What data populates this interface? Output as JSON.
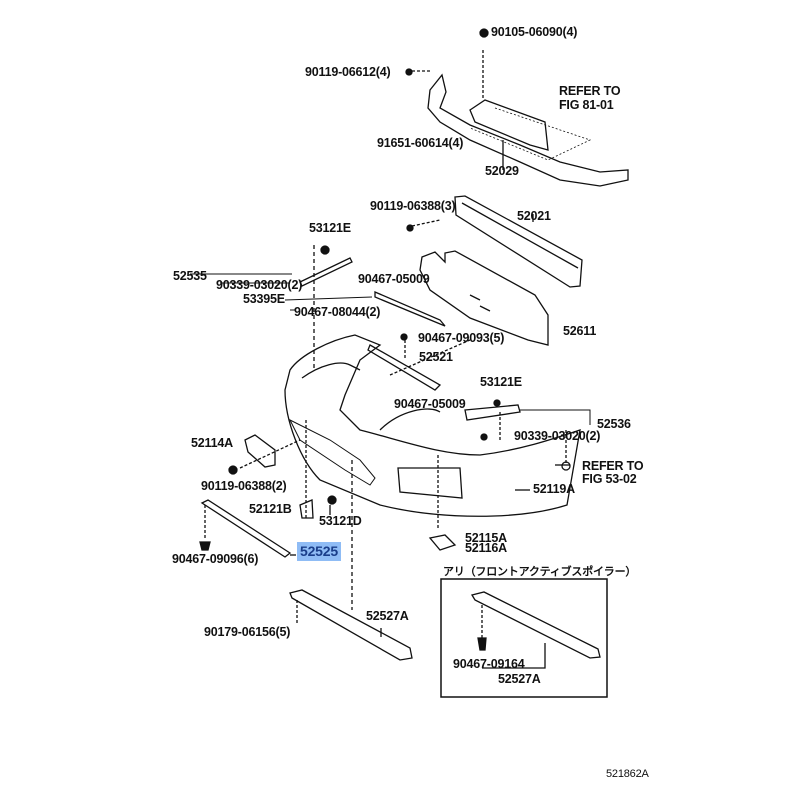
{
  "diagram": {
    "labels": {
      "p90105_06090": "90105-06090(4)",
      "p90119_06612": "90119-06612(4)",
      "refer_81_1": "REFER TO",
      "refer_81_2": "FIG 81-01",
      "p91651_60614": "91651-60614(4)",
      "p52029": "52029",
      "p90119_06388_3": "90119-06388(3)",
      "p52021": "52021",
      "p53121E_a": "53121E",
      "p52535": "52535",
      "p90339_03020_a": "90339-03020(2)",
      "p90467_05009_a": "90467-05009",
      "p53395E": "53395E",
      "p90467_08044": "90467-08044(2)",
      "p90467_09093": "90467-09093(5)",
      "p52611": "52611",
      "p52521": "52521",
      "p53121E_b": "53121E",
      "p90467_05009_b": "90467-05009",
      "p52536": "52536",
      "p90339_03020_b": "90339-03020(2)",
      "p52114A": "52114A",
      "refer_53_1": "REFER TO",
      "refer_53_2": "FIG 53-02",
      "p90119_06388_2": "90119-06388(2)",
      "p52119A": "52119A",
      "p52121B": "52121B",
      "p53121D": "53121D",
      "p52115A": "52115A",
      "p52116A": "52116A",
      "p90467_09096": "90467-09096(6)",
      "p52525": "52525",
      "option_title": "アリ（フロントアクティブスポイラー）",
      "p52527A_a": "52527A",
      "p90179_06156": "90179-06156(5)",
      "p90467_09164": "90467-09164",
      "p52527A_b": "52527A",
      "figure_id": "521862A"
    },
    "highlight_color": "#8fbcf5"
  }
}
